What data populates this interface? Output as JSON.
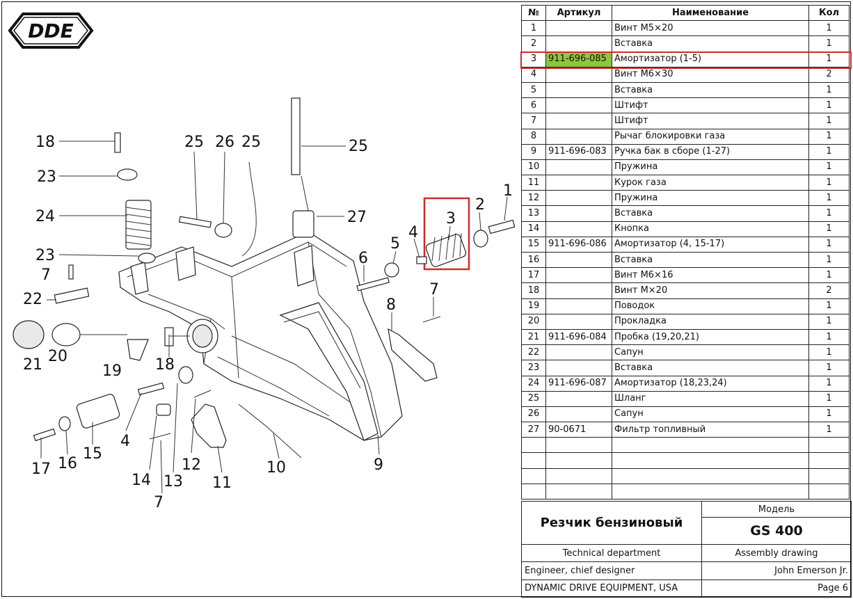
{
  "logo_text": "DDE",
  "table": {
    "headers": {
      "num": "№",
      "article": "Артикул",
      "name": "Наименование",
      "qty": "Кол"
    },
    "rows": [
      {
        "num": "1",
        "article": "",
        "name": "Винт М5×20",
        "qty": "1"
      },
      {
        "num": "2",
        "article": "",
        "name": "Вставка",
        "qty": "1"
      },
      {
        "num": "3",
        "article": "911-696-085",
        "name": "Амортизатор (1-5)",
        "qty": "1"
      },
      {
        "num": "4",
        "article": "",
        "name": "Винт М6×30",
        "qty": "2"
      },
      {
        "num": "5",
        "article": "",
        "name": "Вставка",
        "qty": "1"
      },
      {
        "num": "6",
        "article": "",
        "name": "Штифт",
        "qty": "1"
      },
      {
        "num": "7",
        "article": "",
        "name": "Штифт",
        "qty": "1"
      },
      {
        "num": "8",
        "article": "",
        "name": "Рычаг блокировки газа",
        "qty": "1"
      },
      {
        "num": "9",
        "article": "911-696-083",
        "name": "Ручка бак в сборе (1-27)",
        "qty": "1"
      },
      {
        "num": "10",
        "article": "",
        "name": "Пружина",
        "qty": "1"
      },
      {
        "num": "11",
        "article": "",
        "name": "Курок газа",
        "qty": "1"
      },
      {
        "num": "12",
        "article": "",
        "name": "Пружина",
        "qty": "1"
      },
      {
        "num": "13",
        "article": "",
        "name": "Вставка",
        "qty": "1"
      },
      {
        "num": "14",
        "article": "",
        "name": "Кнопка",
        "qty": "1"
      },
      {
        "num": "15",
        "article": "911-696-086",
        "name": "Амортизатор (4, 15-17)",
        "qty": "1"
      },
      {
        "num": "16",
        "article": "",
        "name": "Вставка",
        "qty": "1"
      },
      {
        "num": "17",
        "article": "",
        "name": "Винт М6×16",
        "qty": "1"
      },
      {
        "num": "18",
        "article": "",
        "name": "Винт М×20",
        "qty": "2"
      },
      {
        "num": "19",
        "article": "",
        "name": "Поводок",
        "qty": "1"
      },
      {
        "num": "20",
        "article": "",
        "name": "Прокладка",
        "qty": "1"
      },
      {
        "num": "21",
        "article": "911-696-084",
        "name": "Пробка (19,20,21)",
        "qty": "1"
      },
      {
        "num": "22",
        "article": "",
        "name": "Сапун",
        "qty": "1"
      },
      {
        "num": "23",
        "article": "",
        "name": "Вставка",
        "qty": "1"
      },
      {
        "num": "24",
        "article": "911-696-087",
        "name": "Амортизатор (18,23,24)",
        "qty": "1"
      },
      {
        "num": "25",
        "article": "",
        "name": "Шланг",
        "qty": "1"
      },
      {
        "num": "26",
        "article": "",
        "name": "Сапун",
        "qty": "1"
      },
      {
        "num": "27",
        "article": "90-0671",
        "name": "Фильтр топливный",
        "qty": "1"
      },
      {
        "num": "",
        "article": "",
        "name": "",
        "qty": ""
      },
      {
        "num": "",
        "article": "",
        "name": "",
        "qty": ""
      },
      {
        "num": "",
        "article": "",
        "name": "",
        "qty": ""
      },
      {
        "num": "",
        "article": "",
        "name": "",
        "qty": ""
      }
    ]
  },
  "highlight": {
    "row_number": "3",
    "article_color": "#8fc63f",
    "frame_color": "#d02a2a"
  },
  "title_block": {
    "product": "Резчик бензиновый",
    "model_label": "Модель",
    "model": "GS 400",
    "department": "Technical department",
    "drawing_type": "Assembly drawing",
    "role": "Engineer, chief designer",
    "person": "John Emerson Jr.",
    "company": "DYNAMIC DRIVE EQUIPMENT, USA",
    "page": "Page 6"
  },
  "callouts": [
    "18",
    "23",
    "24",
    "23",
    "7",
    "22",
    "21",
    "20",
    "19",
    "18",
    "25",
    "26",
    "25",
    "25",
    "27",
    "1",
    "2",
    "3",
    "4",
    "5",
    "6",
    "7",
    "8",
    "17",
    "16",
    "15",
    "4",
    "14",
    "13",
    "7",
    "12",
    "11",
    "10",
    "9"
  ]
}
